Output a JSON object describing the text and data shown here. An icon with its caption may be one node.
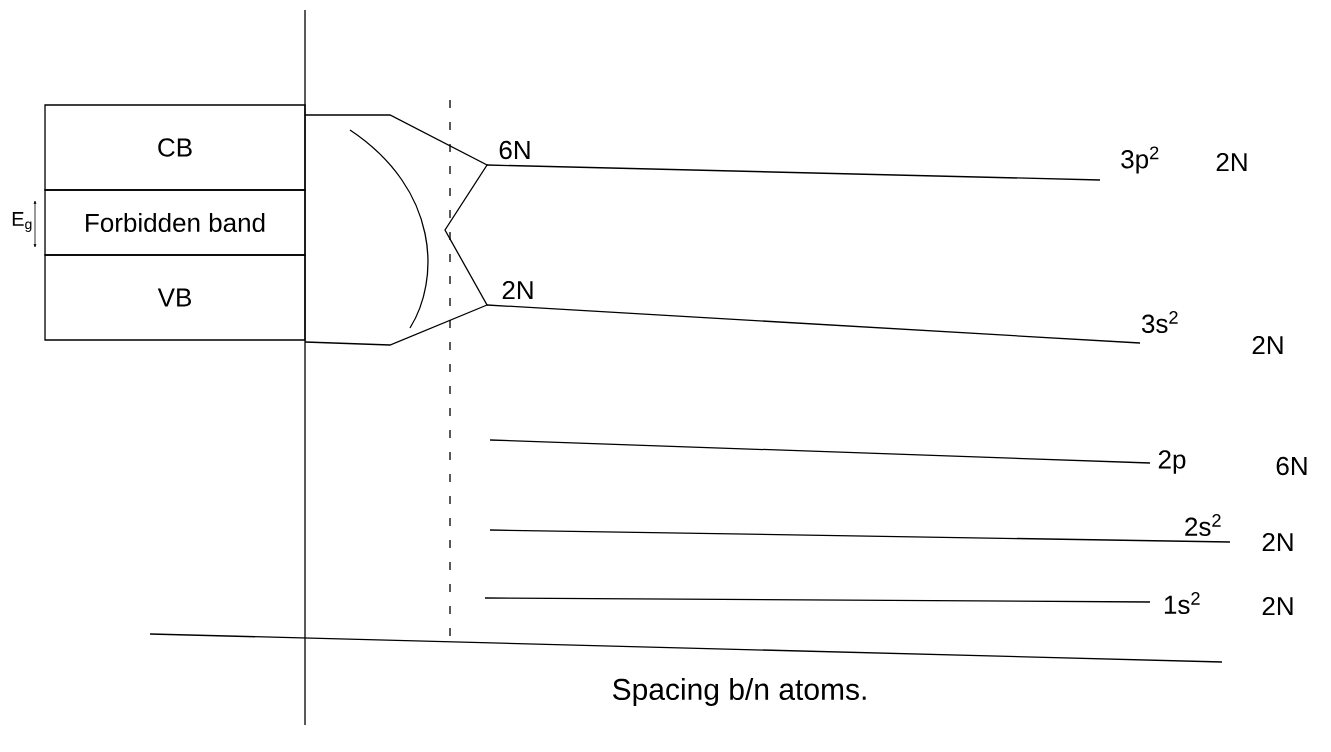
{
  "diagram": {
    "caption": "Spacing b/n atoms.",
    "nodes": [
      {
        "text": [
          "CB"
        ]
      },
      {
        "text": [
          "Forbidden band"
        ]
      },
      {
        "text": [
          "VB"
        ]
      }
    ],
    "labels": [
      "E$_{g}$",
      "6N",
      "2N",
      "3p$^{2}$",
      "2N",
      "3s$^{2}$",
      "2N",
      "2p",
      "6N",
      "2s$^{2}$",
      "2N",
      "1s$^{2}$",
      "2N"
    ]
  }
}
